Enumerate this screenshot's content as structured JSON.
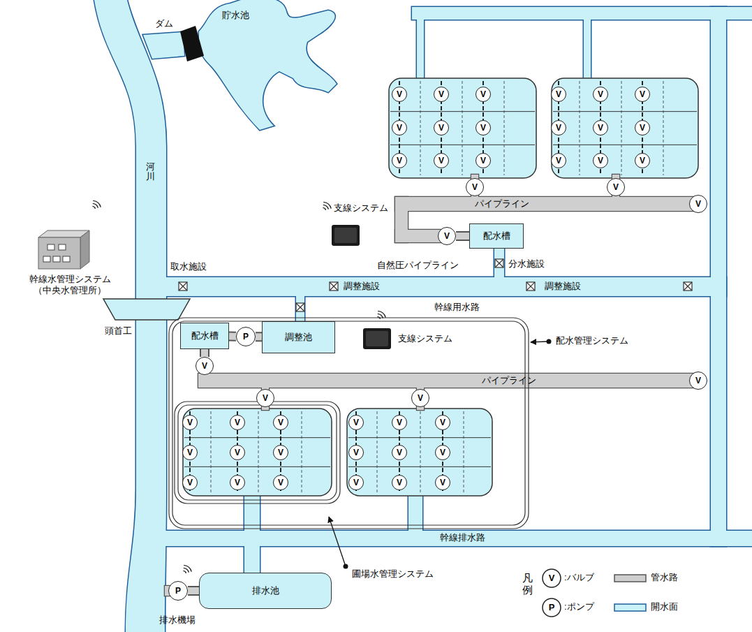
{
  "diagram": {
    "nodes": [
      {
        "text": [
          "V"
        ]
      },
      {
        "text": [
          "V"
        ]
      },
      {
        "text": [
          "V"
        ]
      },
      {
        "text": [
          "V"
        ]
      },
      {
        "text": [
          "V"
        ]
      },
      {
        "text": [
          "V"
        ]
      },
      {
        "text": [
          "V"
        ]
      },
      {
        "text": [
          "V"
        ]
      },
      {
        "text": [
          "V"
        ]
      },
      {
        "text": [
          "V"
        ]
      },
      {
        "text": [
          "V"
        ]
      },
      {
        "text": [
          "V"
        ]
      },
      {
        "text": [
          "V"
        ]
      },
      {
        "text": [
          "V"
        ]
      },
      {
        "text": [
          "V"
        ]
      },
      {
        "text": [
          "V"
        ]
      },
      {
        "text": [
          "V"
        ]
      },
      {
        "text": [
          "V"
        ]
      },
      {
        "text": [
          "V"
        ]
      },
      {
        "text": [
          "V"
        ]
      },
      {
        "text": [
          "V"
        ]
      },
      {
        "text": [
          "V"
        ]
      },
      {
        "text": [
          "配水槽"
        ]
      },
      {
        "text": [
          "調整池"
        ]
      },
      {
        "text": [
          "P"
        ]
      },
      {
        "text": [
          "配水槽"
        ]
      },
      {
        "text": [
          "V"
        ]
      },
      {
        "text": [
          "V"
        ]
      },
      {
        "text": [
          "V"
        ]
      },
      {
        "text": [
          "V"
        ]
      },
      {
        "text": [
          "V"
        ]
      },
      {
        "text": [
          "V"
        ]
      },
      {
        "text": [
          "V"
        ]
      },
      {
        "text": [
          "V"
        ]
      },
      {
        "text": [
          "V"
        ]
      },
      {
        "text": [
          "V"
        ]
      },
      {
        "text": [
          "V"
        ]
      },
      {
        "text": [
          "V"
        ]
      },
      {
        "text": [
          "V"
        ]
      },
      {
        "text": [
          "V"
        ]
      },
      {
        "text": [
          "V"
        ]
      },
      {
        "text": [
          "V"
        ]
      },
      {
        "text": [
          "V"
        ]
      },
      {
        "text": [
          "V"
        ]
      },
      {
        "text": [
          "V"
        ]
      },
      {
        "text": [
          "V"
        ]
      },
      {
        "text": [
          "V"
        ]
      },
      {
        "text": [
          "V"
        ]
      },
      {
        "text": [
          "排水池"
        ]
      },
      {
        "text": [
          "P"
        ]
      }
    ],
    "edges": [
      {
        "from": 21,
        "to": 22,
        "arrow": "none"
      },
      {
        "from": 25,
        "to": 24,
        "arrow": "none"
      },
      {
        "from": 24,
        "to": 23,
        "arrow": "none"
      },
      {
        "from": 25,
        "to": 26,
        "arrow": "none"
      },
      {
        "from": 49,
        "to": 48,
        "arrow": "none"
      }
    ],
    "labels": [
      "ダム",
      "貯水池",
      "河川",
      "支線システム",
      "幹線水管理システム （中央水管理所）",
      "取水施設",
      "頭首工",
      "自然圧パイプライン",
      "分水施設",
      "調整施設",
      "調整施設",
      "幹線用水路",
      "支線システム",
      "配水管理システム",
      "パイプライン",
      "パイプライン",
      "幹線排水路",
      "圃場水管理システム",
      "排水機場",
      "凡例",
      "V",
      "P"
    ],
    "legend": [
      {
        "text": ":バルブ"
      },
      {
        "text": ":ポンプ"
      },
      {
        "text": "管水路"
      },
      {
        "text": "開水面"
      }
    ]
  }
}
